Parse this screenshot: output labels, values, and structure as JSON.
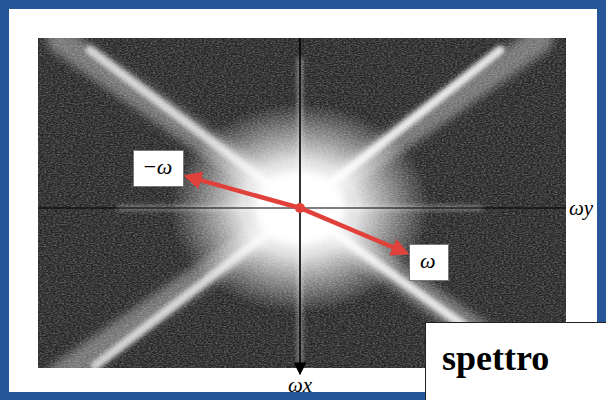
{
  "diagram": {
    "nodes": [
      {
        "text": [
          "−ω"
        ]
      },
      {
        "text": [
          "ω"
        ]
      },
      {
        "text": [
          "spettro"
        ]
      }
    ],
    "edges": [
      {
        "from": 0,
        "to": 1,
        "arrow": "both"
      }
    ],
    "labels": [
      "ωy",
      "ωx"
    ]
  }
}
